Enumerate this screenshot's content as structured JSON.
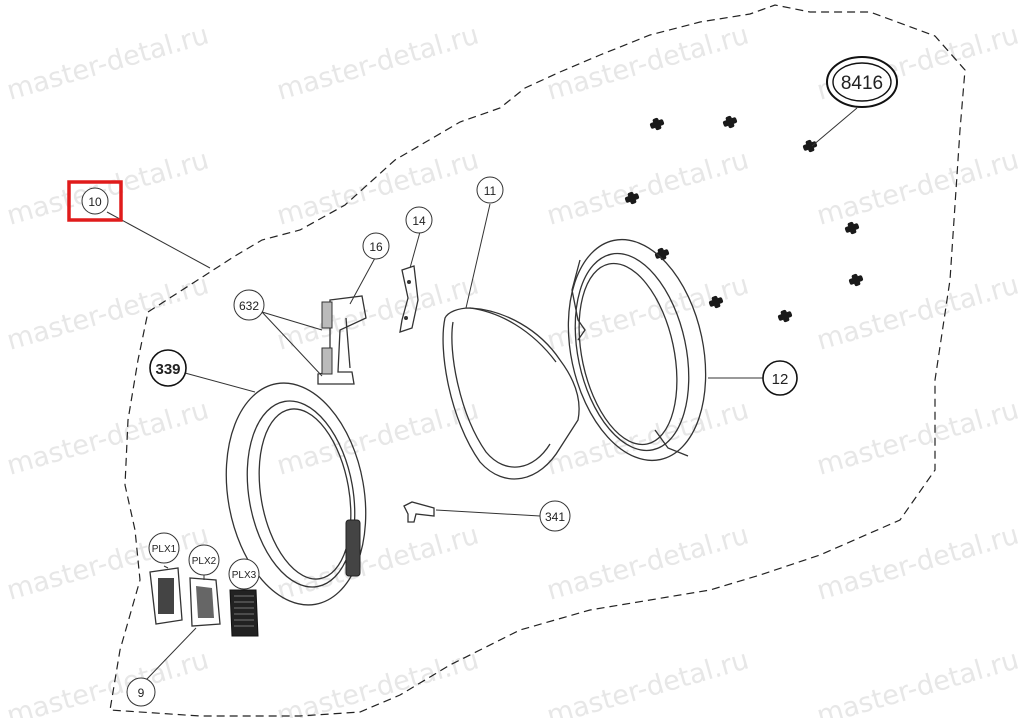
{
  "watermark": "master-detal.ru",
  "highlight_color": "#e01b1b",
  "labels": {
    "l8416": "8416",
    "l10": "10",
    "l11": "11",
    "l14": "14",
    "l16": "16",
    "l632": "632",
    "l339": "339",
    "l12": "12",
    "l341": "341",
    "lplx1": "PLX1",
    "lplx2": "PLX2",
    "lplx3": "PLX3",
    "l9": "9"
  }
}
